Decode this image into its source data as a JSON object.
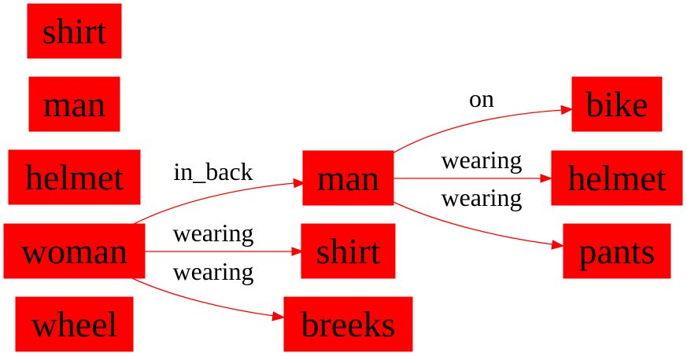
{
  "colors": {
    "node_fill": "#ff0000",
    "edge": "#ff0000",
    "text": "#000000"
  },
  "nodes": [
    {
      "id": "shirt_1",
      "label": "shirt"
    },
    {
      "id": "man_1",
      "label": "man"
    },
    {
      "id": "helmet_1",
      "label": "helmet"
    },
    {
      "id": "woman",
      "label": "woman"
    },
    {
      "id": "wheel",
      "label": "wheel"
    },
    {
      "id": "man_2",
      "label": "man"
    },
    {
      "id": "shirt_2",
      "label": "shirt"
    },
    {
      "id": "breeks",
      "label": "breeks"
    },
    {
      "id": "bike",
      "label": "bike"
    },
    {
      "id": "helmet_2",
      "label": "helmet"
    },
    {
      "id": "pants",
      "label": "pants"
    }
  ],
  "edges": [
    {
      "from": "woman",
      "to": "man_2",
      "label": "in_back"
    },
    {
      "from": "woman",
      "to": "shirt_2",
      "label": "wearing"
    },
    {
      "from": "woman",
      "to": "breeks",
      "label": "wearing"
    },
    {
      "from": "man_2",
      "to": "bike",
      "label": "on"
    },
    {
      "from": "man_2",
      "to": "helmet_2",
      "label": "wearing"
    },
    {
      "from": "man_2",
      "to": "pants",
      "label": "wearing"
    }
  ]
}
